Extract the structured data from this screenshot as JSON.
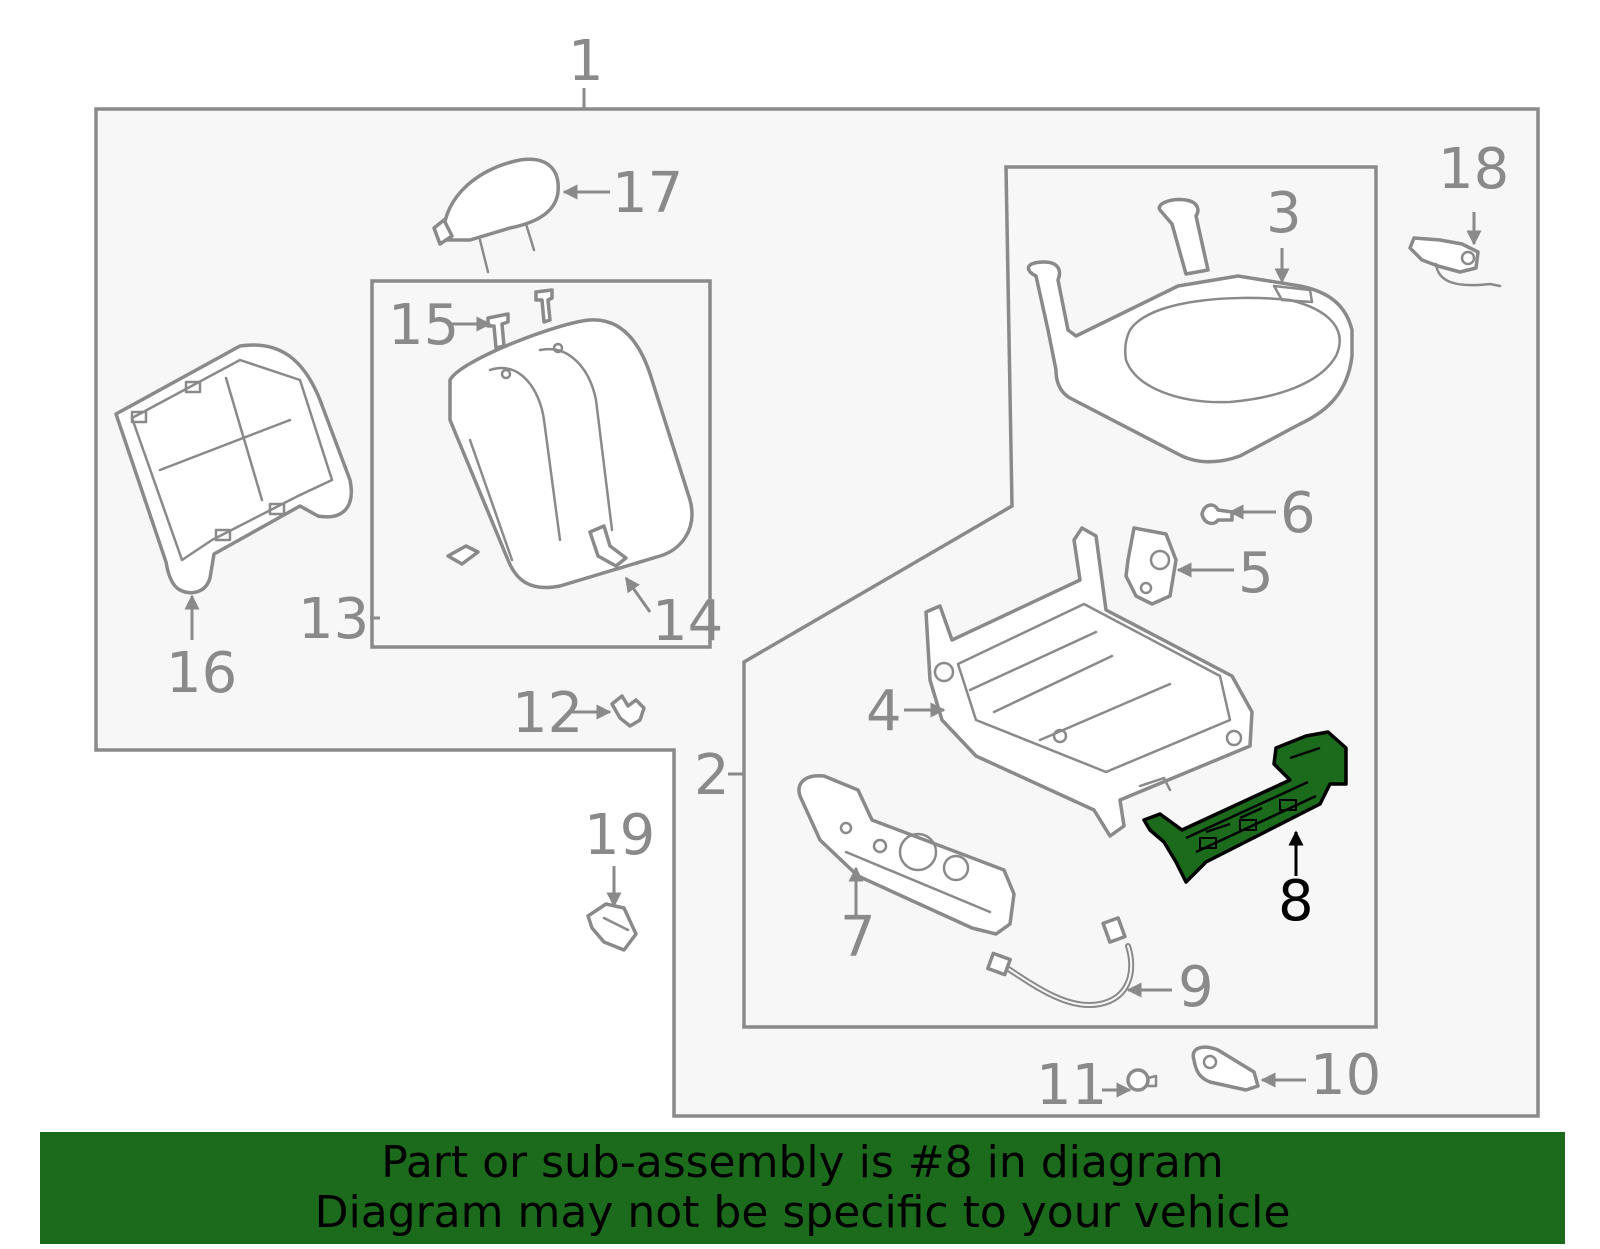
{
  "diagram": {
    "highlight_color": "#1c6b1c",
    "line_color": "#8a8a8a",
    "panel_fill": "#f7f7f7",
    "callouts": {
      "c1": "1",
      "c2": "2",
      "c3": "3",
      "c4": "4",
      "c5": "5",
      "c6": "6",
      "c7": "7",
      "c8": "8",
      "c9": "9",
      "c10": "10",
      "c11": "11",
      "c12": "12",
      "c13": "13",
      "c14": "14",
      "c15": "15",
      "c16": "16",
      "c17": "17",
      "c18": "18",
      "c19": "19"
    },
    "highlighted_part": "8"
  },
  "banner": {
    "background": "#1c6b1c",
    "line1": "Part or sub-assembly is #8 in diagram",
    "line2": "Diagram may not be specific to your vehicle"
  }
}
